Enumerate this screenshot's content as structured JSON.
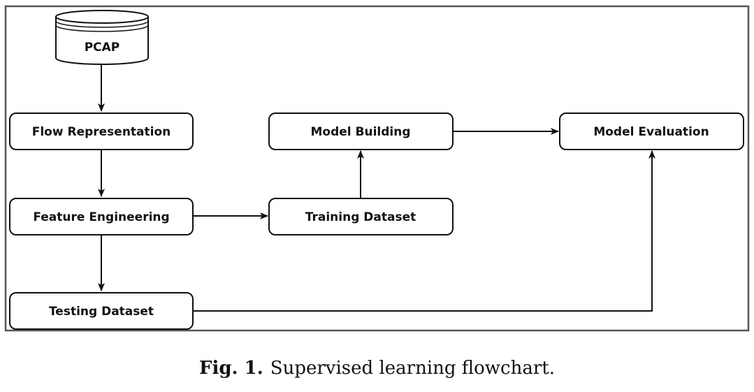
{
  "diagram": {
    "nodes": {
      "pcap": {
        "label": "PCAP"
      },
      "flow_representation": {
        "label": "Flow Representation"
      },
      "feature_engineering": {
        "label": "Feature Engineering"
      },
      "testing_dataset": {
        "label": "Testing Dataset"
      },
      "training_dataset": {
        "label": "Training Dataset"
      },
      "model_building": {
        "label": "Model Building"
      },
      "model_evaluation": {
        "label": "Model Evaluation"
      }
    },
    "edges": [
      {
        "from": "pcap",
        "to": "flow_representation"
      },
      {
        "from": "flow_representation",
        "to": "feature_engineering"
      },
      {
        "from": "feature_engineering",
        "to": "testing_dataset"
      },
      {
        "from": "feature_engineering",
        "to": "training_dataset"
      },
      {
        "from": "training_dataset",
        "to": "model_building"
      },
      {
        "from": "model_building",
        "to": "model_evaluation"
      },
      {
        "from": "testing_dataset",
        "to": "model_evaluation"
      }
    ]
  },
  "caption": {
    "label": "Fig. 1.",
    "text": "Supervised learning flowchart."
  }
}
